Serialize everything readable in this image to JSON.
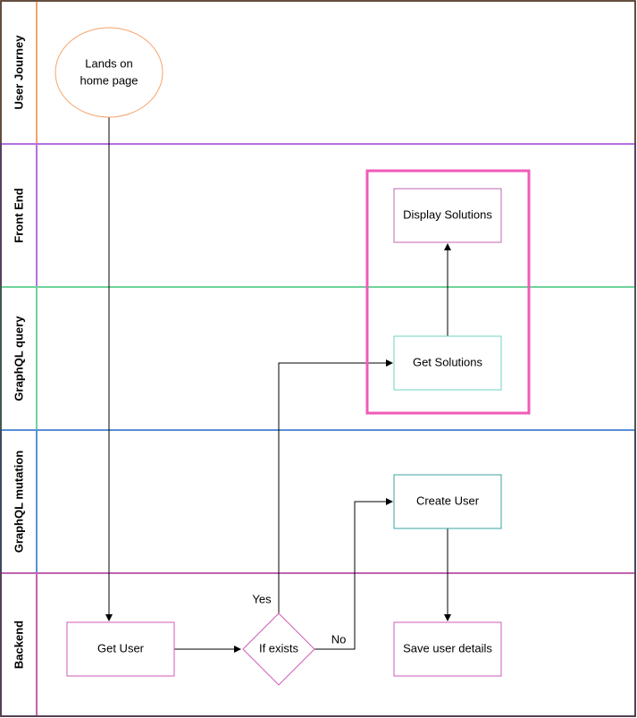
{
  "lanes": {
    "user_journey": {
      "label": "User Journey",
      "color": "#f5a36b"
    },
    "front_end": {
      "label": "Front End",
      "color": "#b76fe0"
    },
    "graphql_query": {
      "label": "GraphQL query",
      "color": "#6fd39a"
    },
    "graphql_mutation": {
      "label": "GraphQL mutation",
      "color": "#5a8fd6"
    },
    "backend": {
      "label": "Backend",
      "color": "#c064b0"
    }
  },
  "nodes": {
    "lands_on_home_page": {
      "line1": "Lands on",
      "line2": "home page",
      "stroke": "#f5a36b"
    },
    "display_solutions": {
      "label": "Display Solutions",
      "stroke": "#c064b0"
    },
    "get_solutions": {
      "label": "Get Solutions",
      "stroke": "#6fd3c2"
    },
    "create_user": {
      "label": "Create User",
      "stroke": "#3aa3a3"
    },
    "get_user": {
      "label": "Get User",
      "stroke": "#d05ab8"
    },
    "if_exists": {
      "label": "If exists",
      "stroke": "#d05ab8"
    },
    "save_user_details": {
      "label": "Save user details",
      "stroke": "#d05ab8"
    }
  },
  "edges": {
    "yes_label": "Yes",
    "no_label": "No"
  },
  "highlight": {
    "color": "#f05ab8"
  },
  "outer_border_color": "#333333"
}
